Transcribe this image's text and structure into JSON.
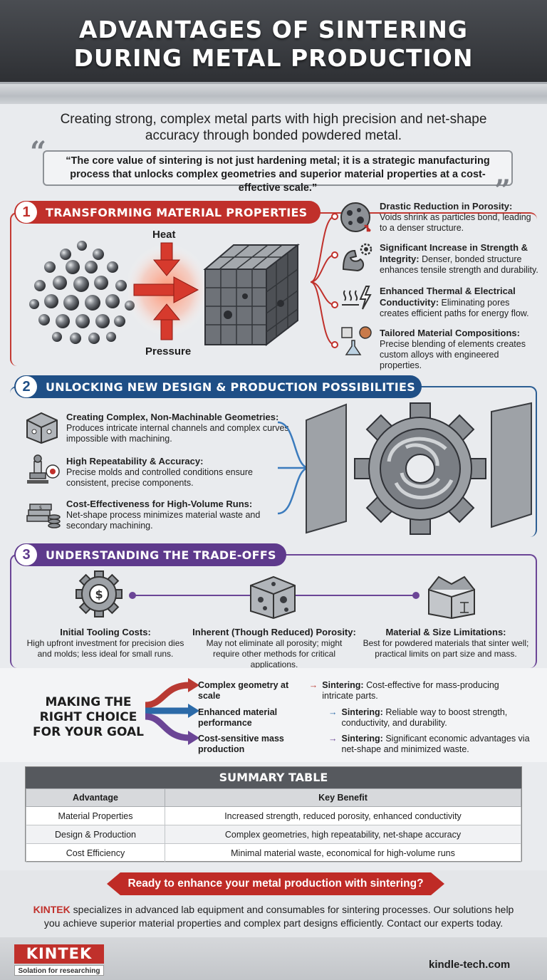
{
  "header": {
    "title_line1": "ADVANTAGES OF SINTERING",
    "title_line2": "DURING METAL PRODUCTION"
  },
  "subtitle": "Creating strong, complex metal parts with high precision and net-shape accuracy through bonded powdered metal.",
  "quote": "“The core value of sintering is not just hardening metal; it is a strategic manufacturing process that unlocks complex geometries and superior material properties at a cost-effective scale.”",
  "section1": {
    "number": "1",
    "title": "TRANSFORMING MATERIAL PROPERTIES",
    "heat_label": "Heat",
    "pressure_label": "Pressure",
    "benefits": [
      {
        "title": "Drastic Reduction in Porosity:",
        "text": "Voids shrink as particles bond, leading to a denser structure.",
        "icon": "porosity-icon"
      },
      {
        "title": "Significant Increase in Strength & Integrity:",
        "text": "Denser, bonded structure enhances tensile strength and durability.",
        "icon": "strength-icon"
      },
      {
        "title": "Enhanced Thermal & Electrical Conductivity:",
        "text": "Eliminating pores creates efficient paths for energy flow.",
        "icon": "conductivity-icon"
      },
      {
        "title": "Tailored Material Compositions:",
        "text": "Precise blending of elements creates custom alloys with engineered properties.",
        "icon": "composition-icon"
      }
    ]
  },
  "section2": {
    "number": "2",
    "title": "UNLOCKING NEW DESIGN & PRODUCTION POSSIBILITIES",
    "items": [
      {
        "title": "Creating Complex, Non-Machinable Geometries:",
        "text": "Produces intricate internal channels and complex curves impossible with machining.",
        "icon": "puzzle-cube-icon"
      },
      {
        "title": "High Repeatability & Accuracy:",
        "text": "Precise molds and controlled conditions ensure consistent, precise components.",
        "icon": "stamp-target-icon"
      },
      {
        "title": "Cost-Effectiveness for High-Volume Runs:",
        "text": "Net-shape process minimizes material waste and secondary machining.",
        "icon": "money-stack-icon"
      }
    ]
  },
  "section3": {
    "number": "3",
    "title": "UNDERSTANDING THE TRADE-OFFS",
    "items": [
      {
        "title": "Initial Tooling Costs:",
        "text": "High upfront investment for precision dies and molds; less ideal for small runs.",
        "icon": "gear-dollar-icon"
      },
      {
        "title": "Inherent (Though Reduced) Porosity:",
        "text": "May not eliminate all porosity; might require other methods for critical applications.",
        "icon": "porous-cube-icon"
      },
      {
        "title": "Material & Size Limitations:",
        "text": "Best for powdered materials that sinter well; practical limits on part size and mass.",
        "icon": "box-scale-icon"
      }
    ]
  },
  "choice": {
    "title": "MAKING THE RIGHT CHOICE FOR YOUR GOAL",
    "rows": [
      {
        "goal": "Complex geometry at scale",
        "label": "Sintering:",
        "text": "Cost-effective for mass-producing intricate parts.",
        "color": "#b93a33"
      },
      {
        "goal": "Enhanced material performance",
        "label": "Sintering:",
        "text": "Reliable way to boost strength, conductivity, and durability.",
        "color": "#2c6aa8"
      },
      {
        "goal": "Cost-sensitive mass production",
        "label": "Sintering:",
        "text": "Significant economic advantages via net-shape and minimized waste.",
        "color": "#6b4596"
      }
    ]
  },
  "summary": {
    "title": "SUMMARY TABLE",
    "headers": [
      "Advantage",
      "Key Benefit"
    ],
    "rows": [
      [
        "Material Properties",
        "Increased strength, reduced porosity, enhanced conductivity"
      ],
      [
        "Design & Production",
        "Complex geometries, high repeatability, net-shape accuracy"
      ],
      [
        "Cost Efficiency",
        "Minimal material waste, economical for high-volume runs"
      ]
    ]
  },
  "cta": {
    "headline": "Ready to enhance your metal production with sintering?",
    "brand": "KINTEK",
    "text": " specializes in advanced lab equipment and consumables for sintering processes. Our solutions help you achieve superior material properties and complex part designs efficiently. Contact our experts today."
  },
  "footer": {
    "logo": "KINTEK",
    "tagline": "Solation for researching",
    "site": "kindle-tech.com"
  },
  "colors": {
    "red": "#c0302b",
    "blue": "#1f4f86",
    "purple": "#5e3a8c",
    "dark": "#3a3d42"
  }
}
